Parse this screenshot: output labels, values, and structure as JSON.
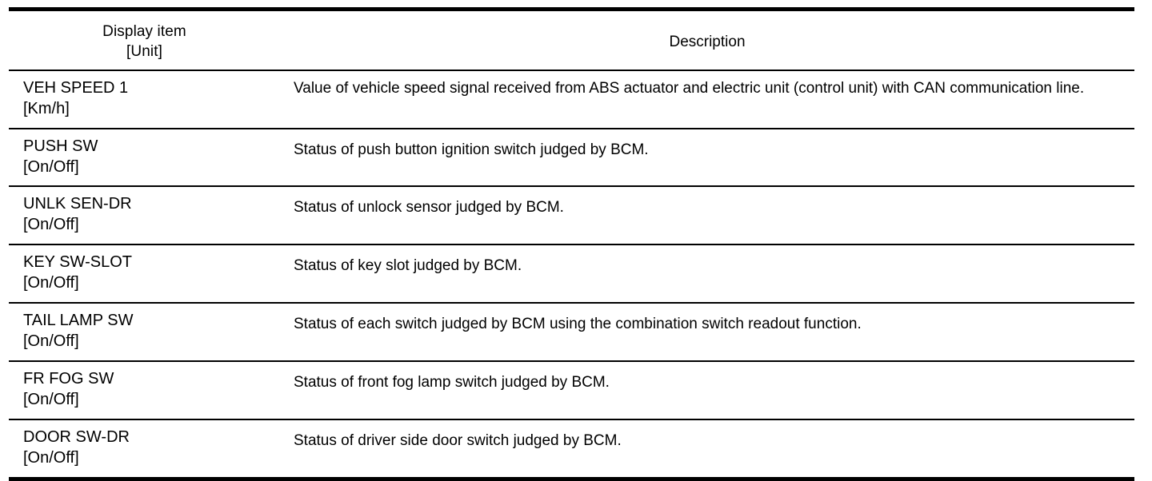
{
  "table": {
    "headers": {
      "item_line1": "Display item",
      "item_line2": "[Unit]",
      "description": "Description"
    },
    "rows": [
      {
        "name": "VEH SPEED 1",
        "unit": "[Km/h]",
        "description": "Value of vehicle speed signal received from ABS actuator and electric unit (control unit) with CAN communication line."
      },
      {
        "name": "PUSH SW",
        "unit": "[On/Off]",
        "description": "Status of push button ignition switch judged by BCM."
      },
      {
        "name": "UNLK SEN-DR",
        "unit": "[On/Off]",
        "description": "Status of unlock sensor judged by BCM."
      },
      {
        "name": "KEY SW-SLOT",
        "unit": "[On/Off]",
        "description": "Status of key slot judged by BCM."
      },
      {
        "name": "TAIL LAMP SW",
        "unit": "[On/Off]",
        "description": "Status of each switch judged by BCM using the combination switch readout function."
      },
      {
        "name": "FR FOG SW",
        "unit": "[On/Off]",
        "description": "Status of front fog lamp switch judged by BCM."
      },
      {
        "name": "DOOR SW-DR",
        "unit": "[On/Off]",
        "description": "Status of driver side door switch judged by BCM."
      }
    ]
  },
  "colors": {
    "border": "#000000",
    "text": "#000000",
    "background": "#ffffff"
  }
}
